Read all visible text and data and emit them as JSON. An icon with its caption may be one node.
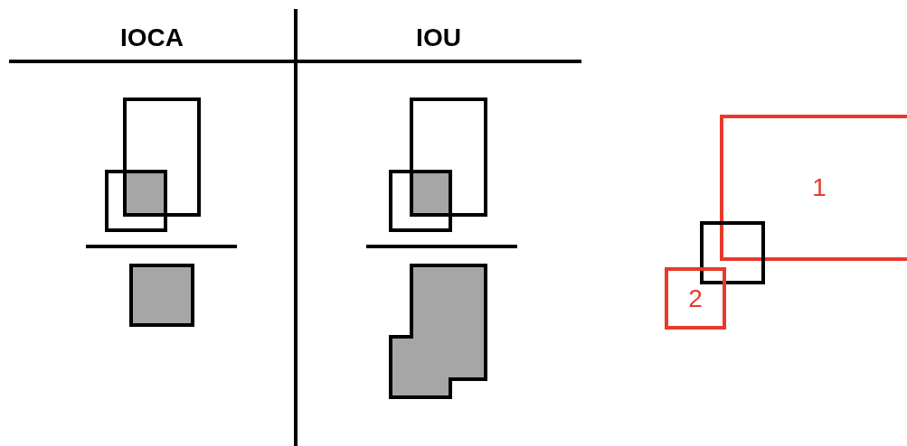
{
  "diagram": {
    "nodes": [
      {
        "text": [
          "1"
        ]
      },
      {
        "text": [],
        "shape": "box"
      },
      {
        "text": [
          "2"
        ]
      }
    ],
    "labels": [
      "IOCA",
      "IOU"
    ]
  }
}
